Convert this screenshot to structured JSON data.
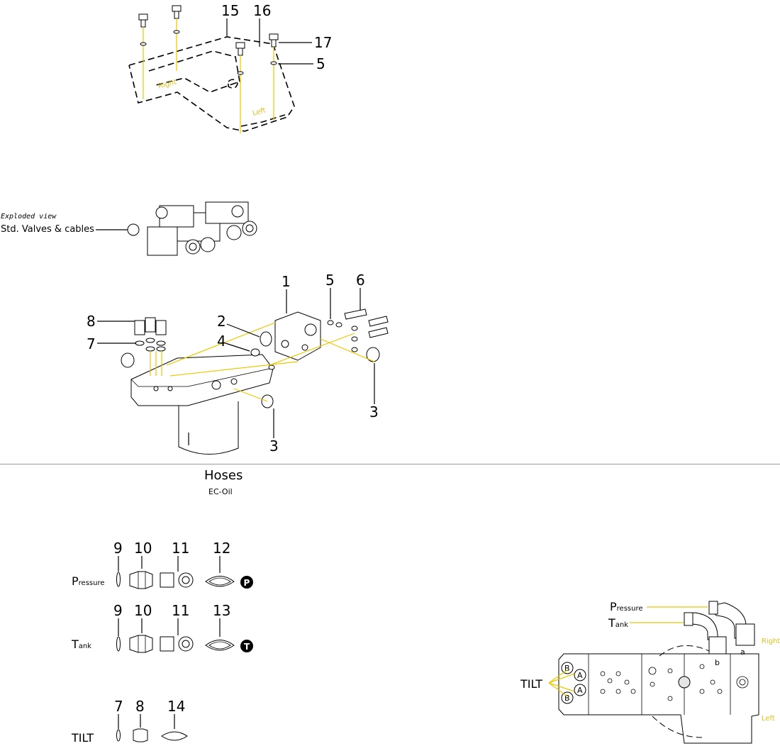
{
  "bracket": {
    "callouts": [
      "15",
      "16",
      "17",
      "5"
    ],
    "side_right": "Right",
    "side_left": "Left"
  },
  "valves": {
    "caption_line1": "Exploded view",
    "caption_line2": "Std. Valves & cables"
  },
  "block": {
    "callouts": [
      "1",
      "2",
      "3",
      "3",
      "4",
      "5",
      "6",
      "7",
      "8"
    ]
  },
  "hoses": {
    "title": "Hoses",
    "subtitle": "EC-Oil",
    "rows": [
      {
        "initial": "P",
        "rest": "ressure",
        "parts": [
          "9",
          "10",
          "11",
          "12"
        ],
        "badge": "P"
      },
      {
        "initial": "T",
        "rest": "ank",
        "parts": [
          "9",
          "10",
          "11",
          "13"
        ],
        "badge": "T"
      },
      {
        "label": "TILT",
        "parts": [
          "7",
          "8",
          "14"
        ]
      }
    ]
  },
  "assembly": {
    "pressure_initial": "P",
    "pressure_rest": "ressure",
    "tank_initial": "T",
    "tank_rest": "ank",
    "tilt": "TILT",
    "right": "Right",
    "left": "Left",
    "port_a": "a",
    "port_b": "b",
    "markers": [
      "B",
      "A",
      "A",
      "B"
    ]
  },
  "colors": {
    "yellow_lines": "#e8c800",
    "yellow_text": "#e0c020",
    "badge": "#000000"
  }
}
